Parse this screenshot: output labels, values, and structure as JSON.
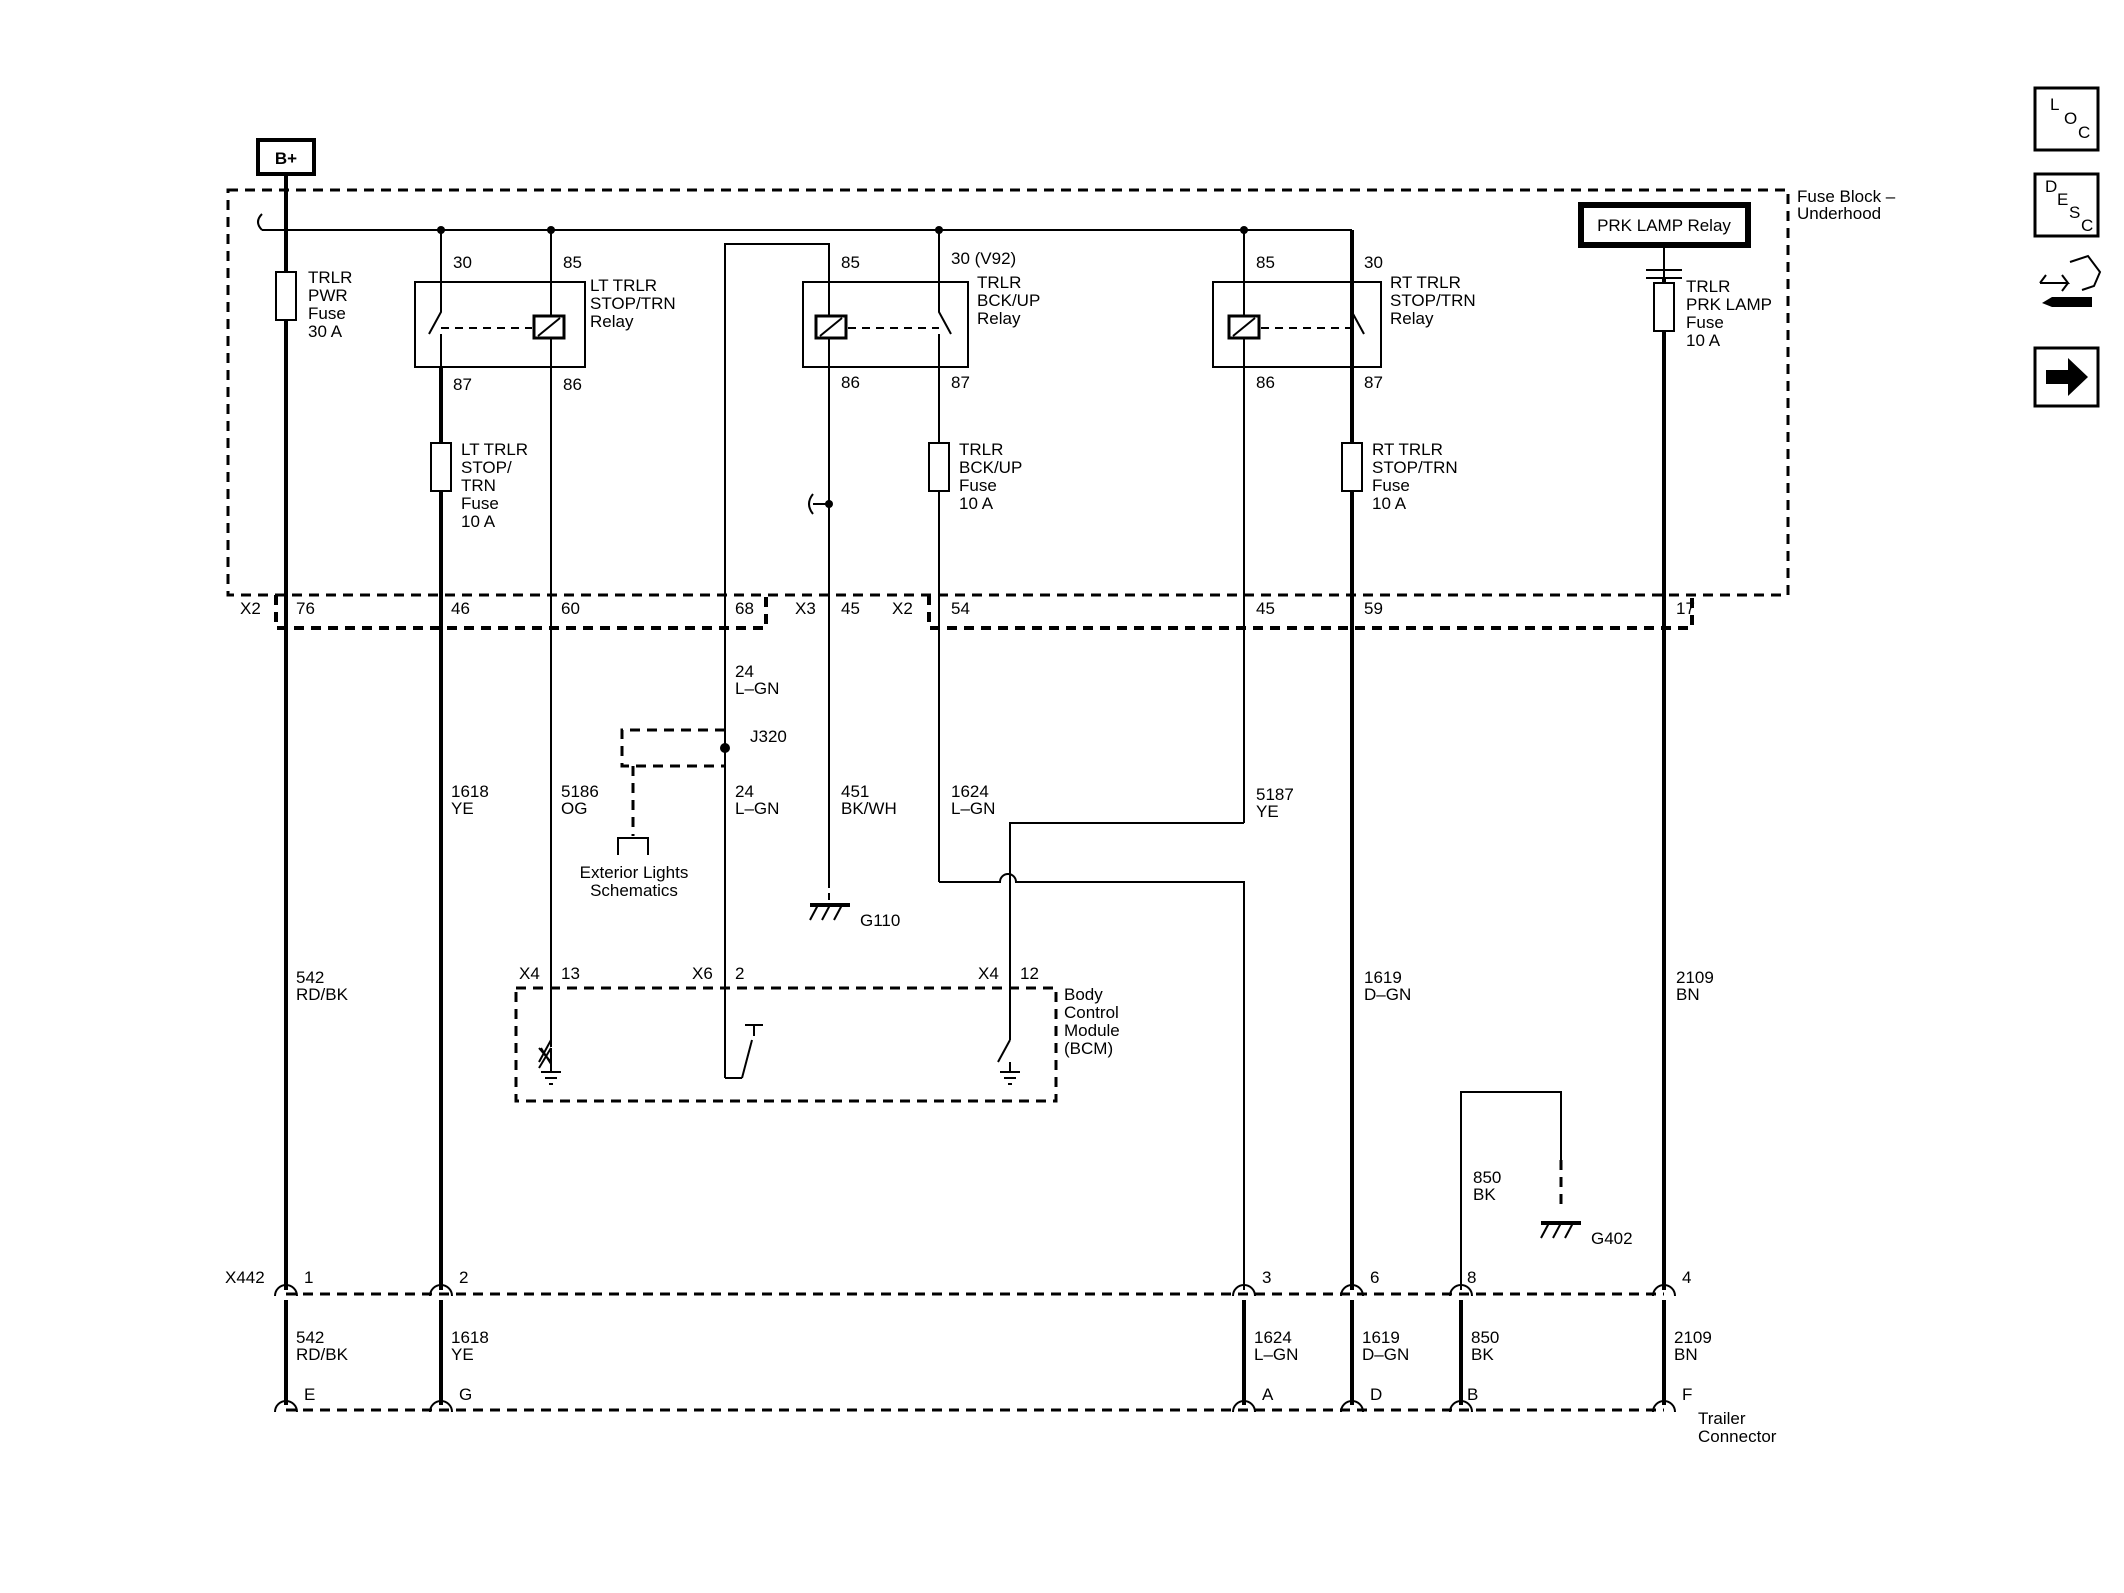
{
  "power_source": "B+",
  "fuse_block": {
    "title_line1": "Fuse Block –",
    "title_line2": "Underhood",
    "prk_lamp_relay": "PRK LAMP Relay",
    "fuses": {
      "trlr_pwr": [
        "TRLR",
        "PWR",
        "Fuse",
        "30 A"
      ],
      "lt_stop": [
        "LT TRLR",
        "STOP/",
        "TRN",
        "Fuse",
        "10 A"
      ],
      "bckup": [
        "TRLR",
        "BCK/UP",
        "Fuse",
        "10 A"
      ],
      "rt_stop": [
        "RT TRLR",
        "STOP/TRN",
        "Fuse",
        "10 A"
      ],
      "prk_lamp": [
        "TRLR",
        "PRK LAMP",
        "Fuse",
        "10 A"
      ]
    },
    "relays": {
      "lt": {
        "label": [
          "LT TRLR",
          "STOP/TRN",
          "Relay"
        ],
        "pins": [
          "30",
          "85",
          "87",
          "86"
        ]
      },
      "bckup": {
        "label": [
          "TRLR",
          "BCK/UP",
          "Relay"
        ],
        "pins": [
          "85",
          "30 (V92)",
          "86",
          "87"
        ]
      },
      "rt": {
        "label": [
          "RT TRLR",
          "STOP/TRN",
          "Relay"
        ],
        "pins": [
          "85",
          "30",
          "86",
          "87"
        ]
      }
    }
  },
  "connectors": {
    "x2_left": "X2",
    "x3": "X3",
    "x2_right": "X2",
    "pins": [
      "76",
      "46",
      "60",
      "68",
      "45",
      "54",
      "45",
      "59",
      "17"
    ]
  },
  "wires": {
    "w24_a": [
      "24",
      "L–GN"
    ],
    "w24_b": [
      "24",
      "L–GN"
    ],
    "w1618_a": [
      "1618",
      "YE"
    ],
    "w5186": [
      "5186",
      "OG"
    ],
    "w451": [
      "451",
      "BK/WH"
    ],
    "w1624_a": [
      "1624",
      "L–GN"
    ],
    "w5187": [
      "5187",
      "YE"
    ],
    "w542_a": [
      "542",
      "RD/BK"
    ],
    "w1619_a": [
      "1619",
      "D–GN"
    ],
    "w2109_a": [
      "2109",
      "BN"
    ],
    "w850_a": [
      "850",
      "BK"
    ],
    "w542_b": [
      "542",
      "RD/BK"
    ],
    "w1618_b": [
      "1618",
      "YE"
    ],
    "w1624_b": [
      "1624",
      "L–GN"
    ],
    "w1619_b": [
      "1619",
      "D–GN"
    ],
    "w850_b": [
      "850",
      "BK"
    ],
    "w2109_b": [
      "2109",
      "BN"
    ]
  },
  "splice": "J320",
  "ref": [
    "Exterior Lights",
    "Schematics"
  ],
  "grounds": {
    "g110": "G110",
    "g402": "G402"
  },
  "bcm": {
    "label": [
      "Body",
      "Control",
      "Module",
      "(BCM)"
    ],
    "pins": [
      [
        "X4",
        "13"
      ],
      [
        "X6",
        "2"
      ],
      [
        "X4",
        "12"
      ]
    ]
  },
  "x442": {
    "name": "X442",
    "pins": [
      "1",
      "2",
      "3",
      "6",
      "8",
      "4"
    ]
  },
  "trailer_connector": {
    "label": [
      "Trailer",
      "Connector"
    ],
    "pins": [
      "E",
      "G",
      "A",
      "D",
      "B",
      "F"
    ]
  },
  "nav": {
    "loc_letters": [
      "L",
      "O",
      "C"
    ],
    "desc_letters": [
      "D",
      "E",
      "S",
      "C"
    ]
  }
}
